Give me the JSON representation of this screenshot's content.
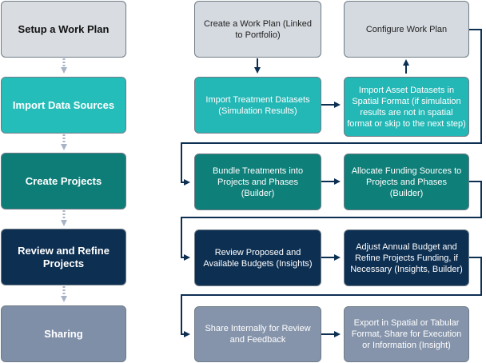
{
  "stages": [
    {
      "label": "Setup a Work Plan"
    },
    {
      "label": "Import Data Sources"
    },
    {
      "label": "Create Projects"
    },
    {
      "label": "Review and Refine Projects"
    },
    {
      "label": "Sharing"
    }
  ],
  "steps": [
    {
      "label": "Create a Work Plan (Linked to Portfolio)"
    },
    {
      "label": "Configure Work Plan"
    },
    {
      "label": "Import Treatment Datasets (Simulation Results)"
    },
    {
      "label": "Import Asset Datasets in Spatial Format (if simulation results are not in spatial format or skip to the next step)"
    },
    {
      "label": "Bundle Treatments into Projects and Phases (Builder)"
    },
    {
      "label": "Allocate Funding Sources to Projects and Phases (Builder)"
    },
    {
      "label": "Review Proposed and Available Budgets (Insights)"
    },
    {
      "label": "Adjust Annual Budget and Refine Projects Funding, if Necessary (Insights, Builder)"
    },
    {
      "label": "Share Internally for Review and Feedback"
    },
    {
      "label": "Export in Spatial or Tabular Format, Share for Execution or Information (Insight)"
    }
  ],
  "colors": {
    "setup": "#d9dde2",
    "import": "#25bdb9",
    "create": "#0e7d78",
    "review": "#0d2f52",
    "sharing": "#7f8fa8",
    "connector": "#0d2f52",
    "dotted_connector": "#a9b3c6"
  }
}
